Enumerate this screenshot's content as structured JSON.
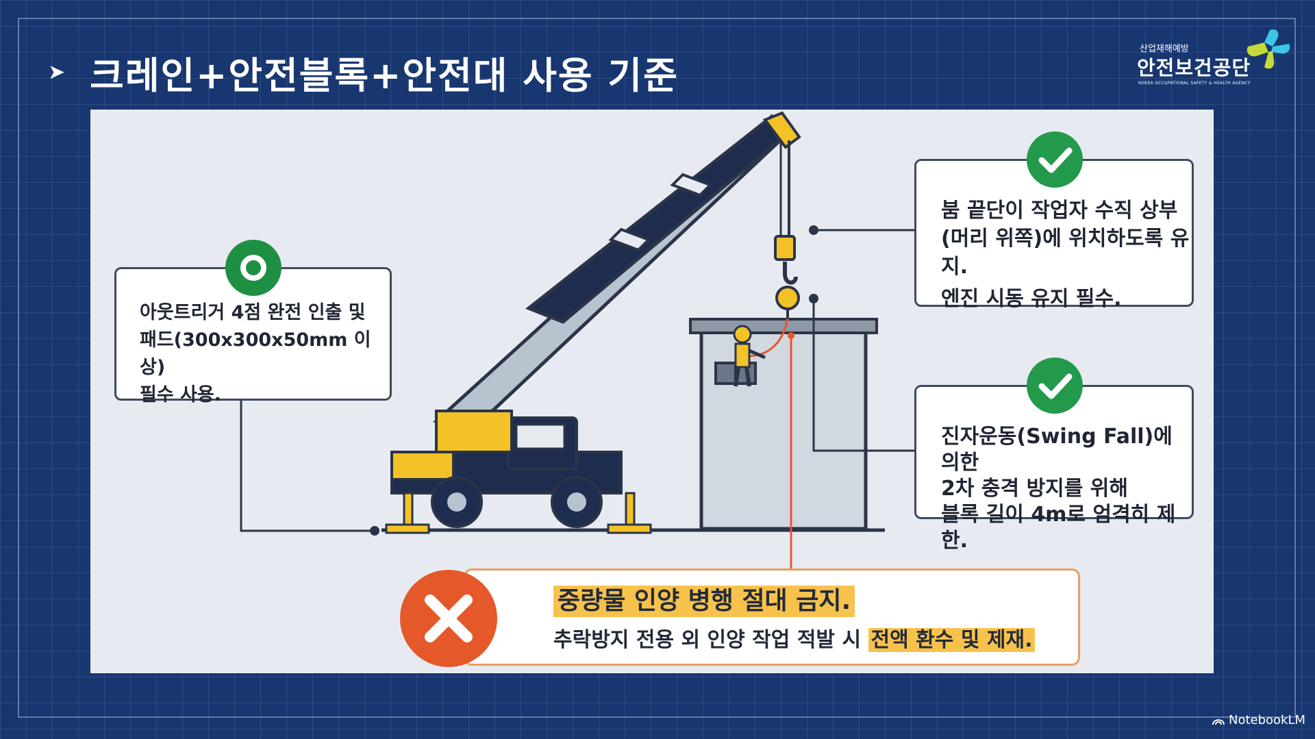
{
  "title": "크레인+안전블록+안전대 사용 기준",
  "logo": {
    "small": "산업재해예방",
    "main": "안전보건공단",
    "english": "KOREA OCCUPATIONAL SAFETY & HEALTH AGENCY"
  },
  "callouts": {
    "outrigger": [
      "아웃트리거 4점 완전 인출 및",
      "패드(300x300x50mm 이상)",
      "필수 사용."
    ],
    "boom": [
      "붐 끝단이 작업자 수직 상부",
      "(머리 위쪽)에 위치하도록 유지.",
      "엔진 시동 유지 필수."
    ],
    "swing": [
      "진자운동(Swing Fall)에 의한",
      "2차 충격 방지를 위해",
      "블록 길이 4m로 엄격히 제한."
    ]
  },
  "warning": {
    "head": "중량물 인양 병행 절대 금지.",
    "body": "추락방지 전용 외 인양 작업 적발 시",
    "emphasis": "전액 환수 및 제재."
  },
  "watermark": "NotebookLM",
  "colors": {
    "background": "#18366f",
    "ok": "#239a4b",
    "danger": "#e4582a",
    "highlight": "#f7c24c",
    "crane_yellow": "#f3c227",
    "crane_navy": "#1e2c4e"
  },
  "icons": {
    "title": "arrow-right-icon",
    "ok": "check-circle-icon",
    "recommend": "circle-o-icon",
    "prohibit": "x-circle-icon"
  }
}
